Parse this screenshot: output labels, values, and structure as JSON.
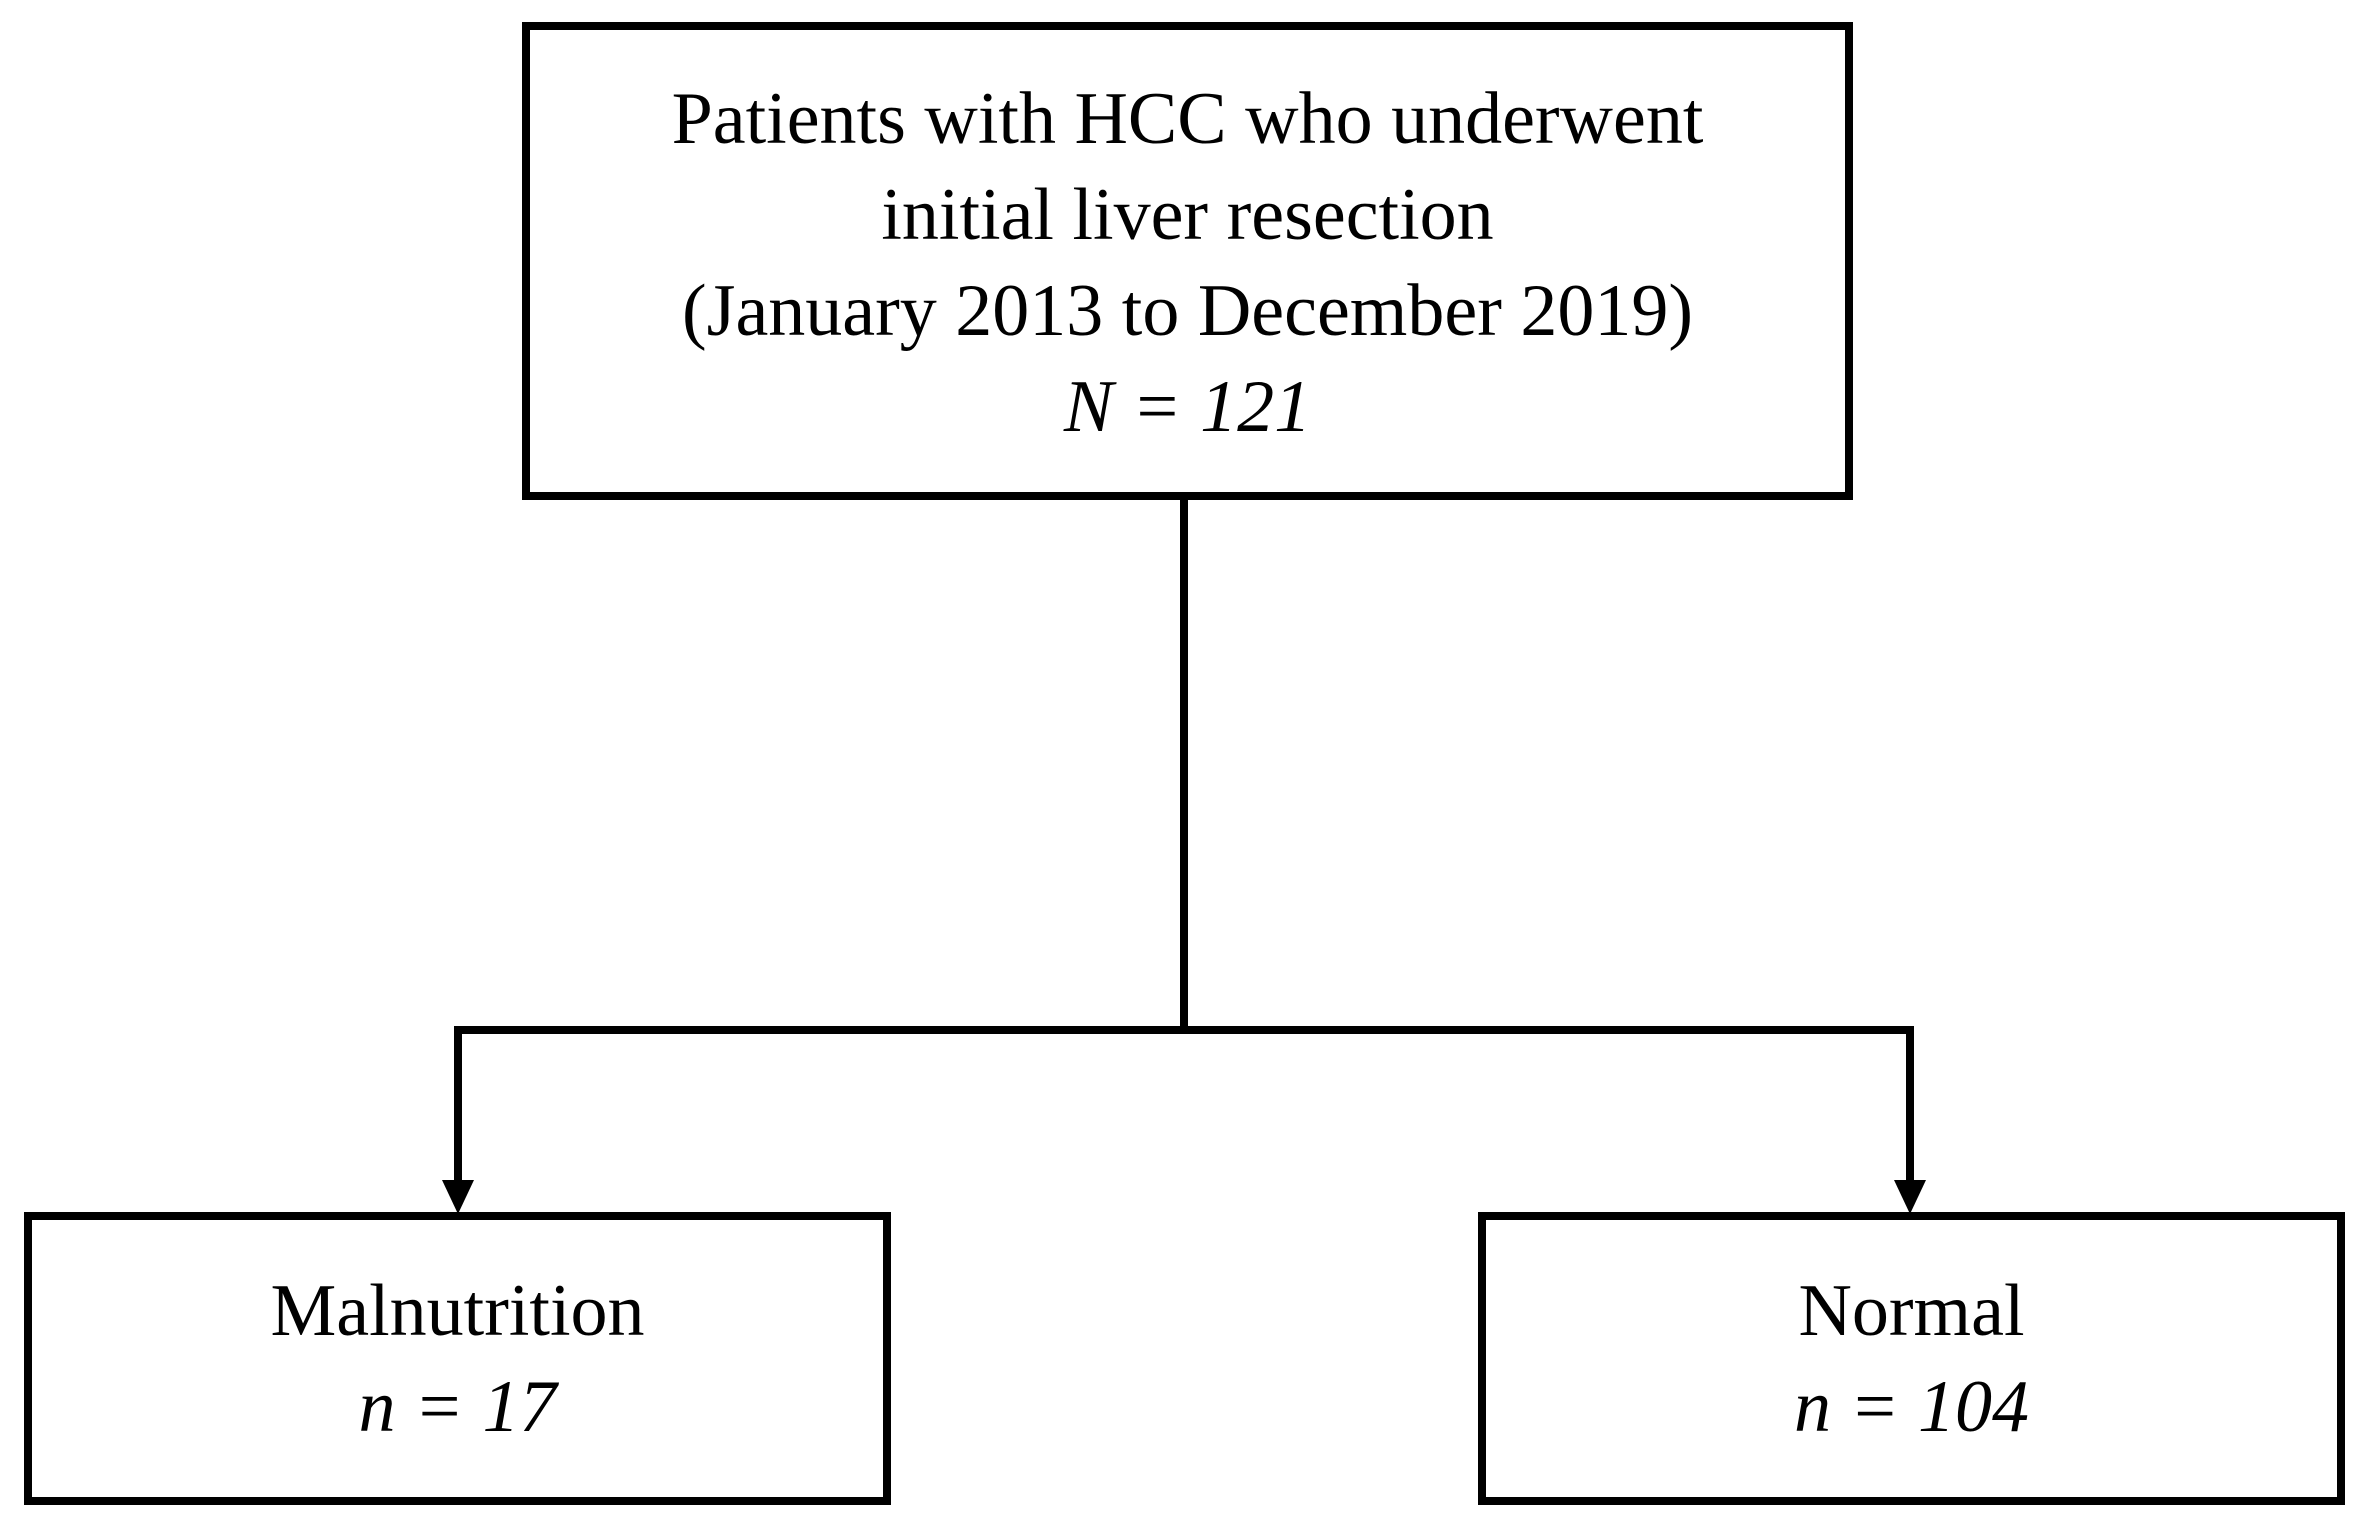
{
  "flowchart": {
    "root": {
      "lines": [
        "Patients with HCC who underwent",
        "initial liver resection",
        "(January 2013 to December 2019)"
      ],
      "count": "N = 121"
    },
    "left_group": {
      "label": "Malnutrition",
      "count": "n = 17"
    },
    "right_group": {
      "label": "Normal",
      "count": "n = 104"
    },
    "colors": {
      "stroke": "#000000",
      "background": "#ffffff"
    }
  }
}
